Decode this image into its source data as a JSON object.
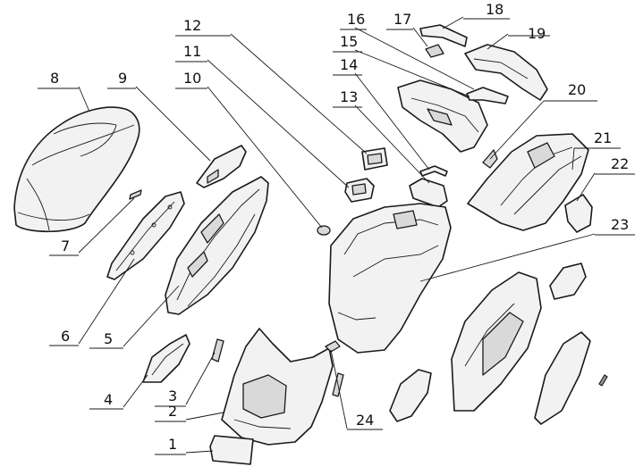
{
  "diagram": {
    "callout_numbers": [
      "1",
      "2",
      "3",
      "4",
      "5",
      "6",
      "7",
      "8",
      "9",
      "10",
      "11",
      "12",
      "13",
      "14",
      "15",
      "16",
      "17",
      "18",
      "19",
      "20",
      "21",
      "22",
      "23",
      "24"
    ]
  }
}
